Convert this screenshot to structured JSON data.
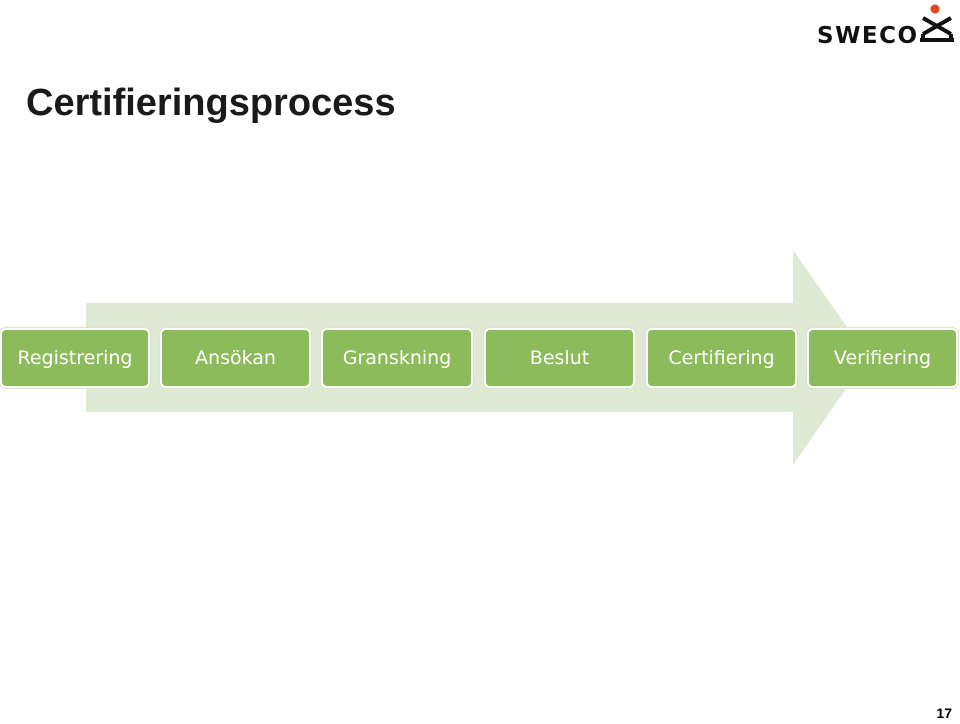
{
  "title": "Certifieringsprocess",
  "logo": {
    "text": "SWECO",
    "accent_color": "#e8431f"
  },
  "process": {
    "steps": [
      {
        "label": "Registrering"
      },
      {
        "label": "Ansökan"
      },
      {
        "label": "Granskning"
      },
      {
        "label": "Beslut"
      },
      {
        "label": "Certifiering"
      },
      {
        "label": "Verifiering"
      }
    ],
    "colors": {
      "step_fill": "#8bbb5a",
      "arrow_fill": "#dde9d2"
    }
  },
  "page_number": "17"
}
